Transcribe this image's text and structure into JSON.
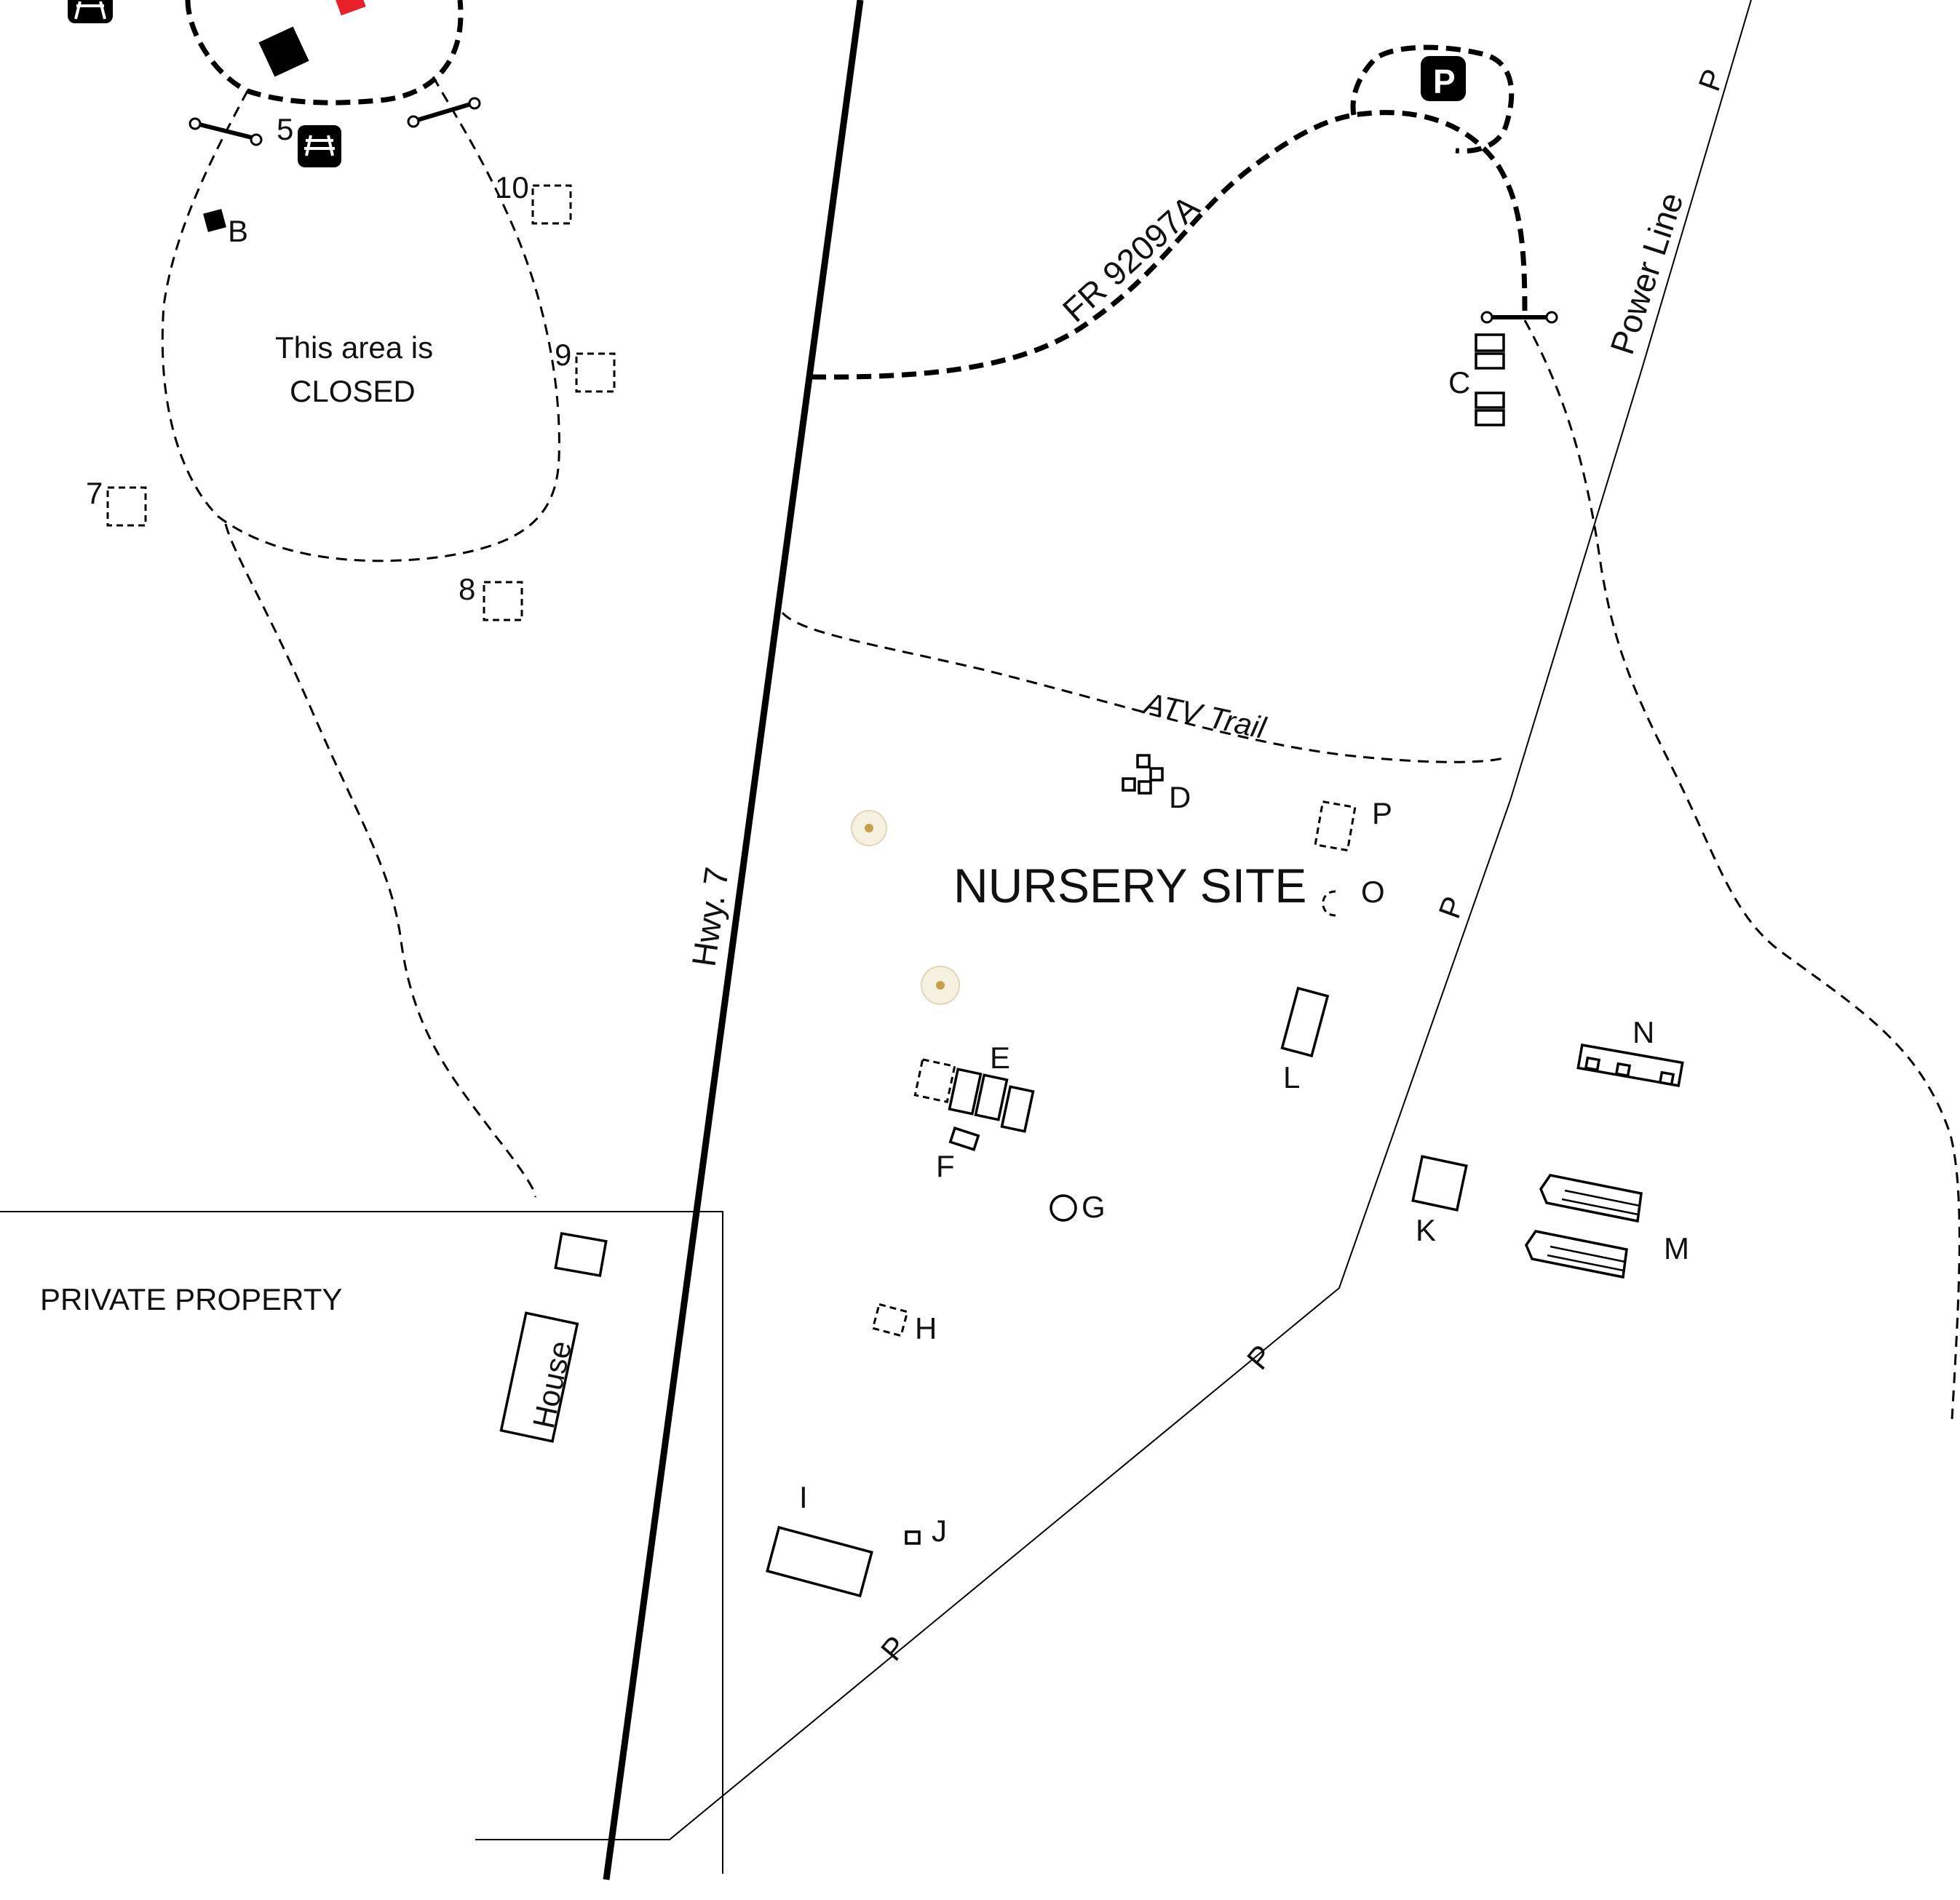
{
  "map": {
    "roads": {
      "highway": "Hwy. 7",
      "forest_road": "FR 92097A",
      "atv_trail": "ATV Trail",
      "power_line": "Power Line",
      "power_line_marker": "P"
    },
    "areas": {
      "closed_line1": "This area is",
      "closed_line2": "CLOSED",
      "site_name": "NURSERY SITE",
      "private_property": "PRIVATE PROPERTY",
      "house": "House"
    },
    "campsites": {
      "five": "5",
      "seven": "7",
      "eight": "8",
      "nine": "9",
      "ten": "10"
    },
    "features": {
      "b": "B",
      "c": "C",
      "d": "D",
      "e": "E",
      "f": "F",
      "g": "G",
      "h": "H",
      "i": "I",
      "j": "J",
      "k": "K",
      "l": "L",
      "m": "M",
      "n": "N",
      "o": "O",
      "p": "P"
    },
    "parking_symbol": "P",
    "icons": [
      "picnic-table-icon",
      "parking-icon",
      "flower-icon",
      "gate-icon",
      "restroom-icon"
    ],
    "colors": {
      "ink": "#000000",
      "accent": "#e8202a",
      "flower_petal": "#f6f0e0",
      "flower_center": "#c8a04a"
    }
  }
}
